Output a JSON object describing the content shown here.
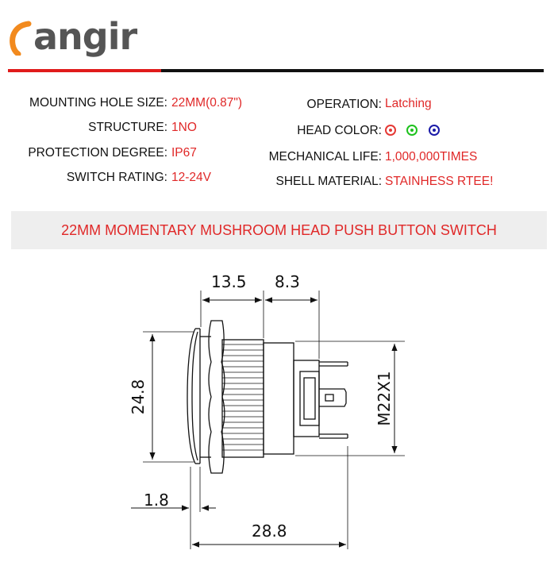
{
  "brand": {
    "name": "angir"
  },
  "specs_left": [
    {
      "key": "MOUNTING HOLE SIZE:",
      "value": "22MM(0.87\")"
    },
    {
      "key": "STRUCTURE:",
      "value": "1NO"
    },
    {
      "key": "PROTECTION DEGREE:",
      "value": "IP67"
    },
    {
      "key": "SWITCH RATING:",
      "value": "12-24V"
    }
  ],
  "specs_right": {
    "operation": {
      "key": "OPERATION:",
      "value": "Latching"
    },
    "head_color": {
      "key": "HEAD COLOR:",
      "colors": [
        "#e53935",
        "#1ec21e",
        "#1a1aa8"
      ]
    },
    "mechanical_life": {
      "key": "MECHANICAL LIFE:",
      "value": "1,000,000TIMES"
    },
    "shell_material": {
      "key": "SHELL MATERIAL:",
      "value": "STAINHESS RTEE!"
    }
  },
  "banner": {
    "title": "22MM MOMENTARY MUSHROOM HEAD PUSH BUTTON SWITCH"
  },
  "dimensions": {
    "head_to_body": "13.5",
    "body_to_terminal": "8.3",
    "head_diameter": "24.8",
    "thread": "M22X1",
    "flange": "1.8",
    "total_length": "28.8"
  },
  "colors": {
    "accent": "#e02828",
    "rule_red": "#e01b1b",
    "rule_black": "#111111",
    "banner_bg": "#eeeeee"
  }
}
